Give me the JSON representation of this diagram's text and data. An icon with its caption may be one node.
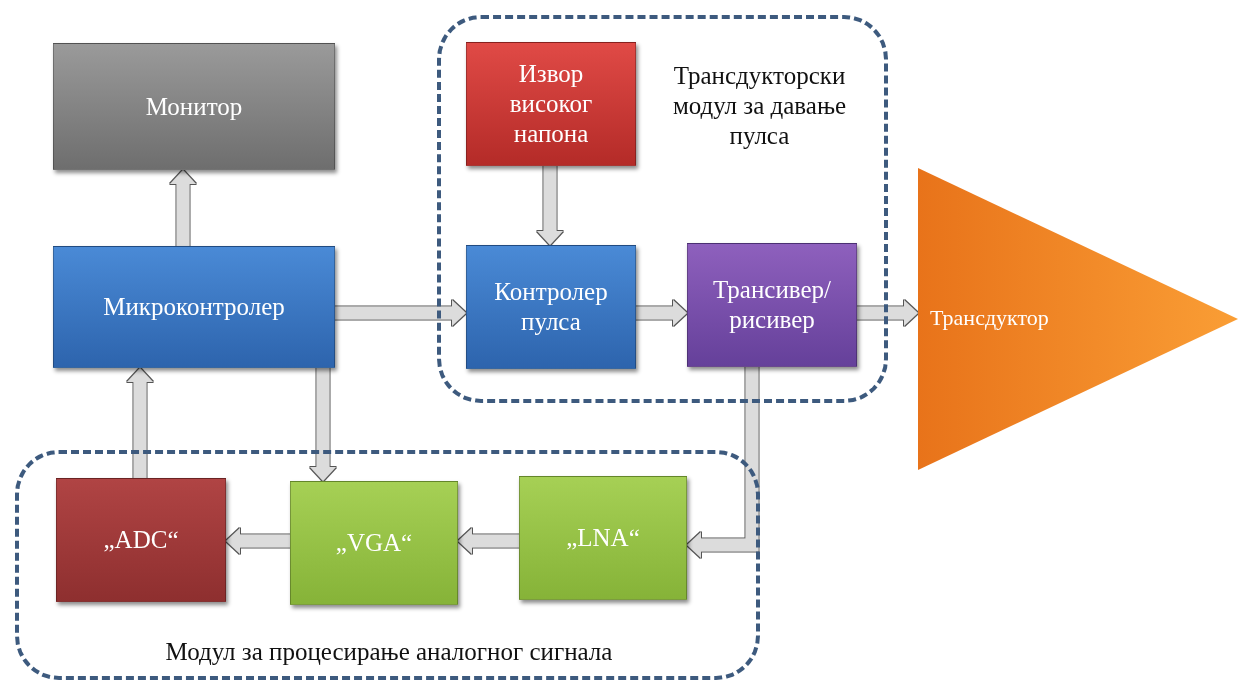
{
  "diagram": {
    "nodes": [
      {
        "text": [
          "Монитор"
        ]
      },
      {
        "text": [
          "Микроконтролер"
        ]
      },
      {
        "text": [
          "Трансдукторски модул за давање пулса"
        ]
      },
      {
        "text": [
          "Извор високог напона"
        ],
        "in": 2
      },
      {
        "text": [
          "Контролер пулса"
        ],
        "in": 2
      },
      {
        "text": [
          "Трансивер/ рисивер"
        ],
        "in": 2
      },
      {
        "text": [
          "Трансдуктор"
        ]
      },
      {
        "text": [
          "Модул за процесирање аналогног сигнала"
        ]
      },
      {
        "text": [
          "„ADC“"
        ],
        "in": 7
      },
      {
        "text": [
          "„VGA“"
        ],
        "in": 7
      },
      {
        "text": [
          "„LNA“"
        ],
        "in": 7
      }
    ],
    "edges": [
      {
        "from": 1,
        "to": 0,
        "arrow": "to"
      },
      {
        "from": 1,
        "to": 4,
        "arrow": "to"
      },
      {
        "from": 3,
        "to": 4,
        "arrow": "to"
      },
      {
        "from": 4,
        "to": 5,
        "arrow": "to"
      },
      {
        "from": 5,
        "to": 6,
        "arrow": "to"
      },
      {
        "from": 5,
        "to": 10,
        "arrow": "to"
      },
      {
        "from": 10,
        "to": 9,
        "arrow": "to"
      },
      {
        "from": 9,
        "to": 8,
        "arrow": "to"
      },
      {
        "from": 8,
        "to": 1,
        "arrow": "to"
      },
      {
        "from": 1,
        "to": 9,
        "arrow": "to"
      }
    ]
  }
}
